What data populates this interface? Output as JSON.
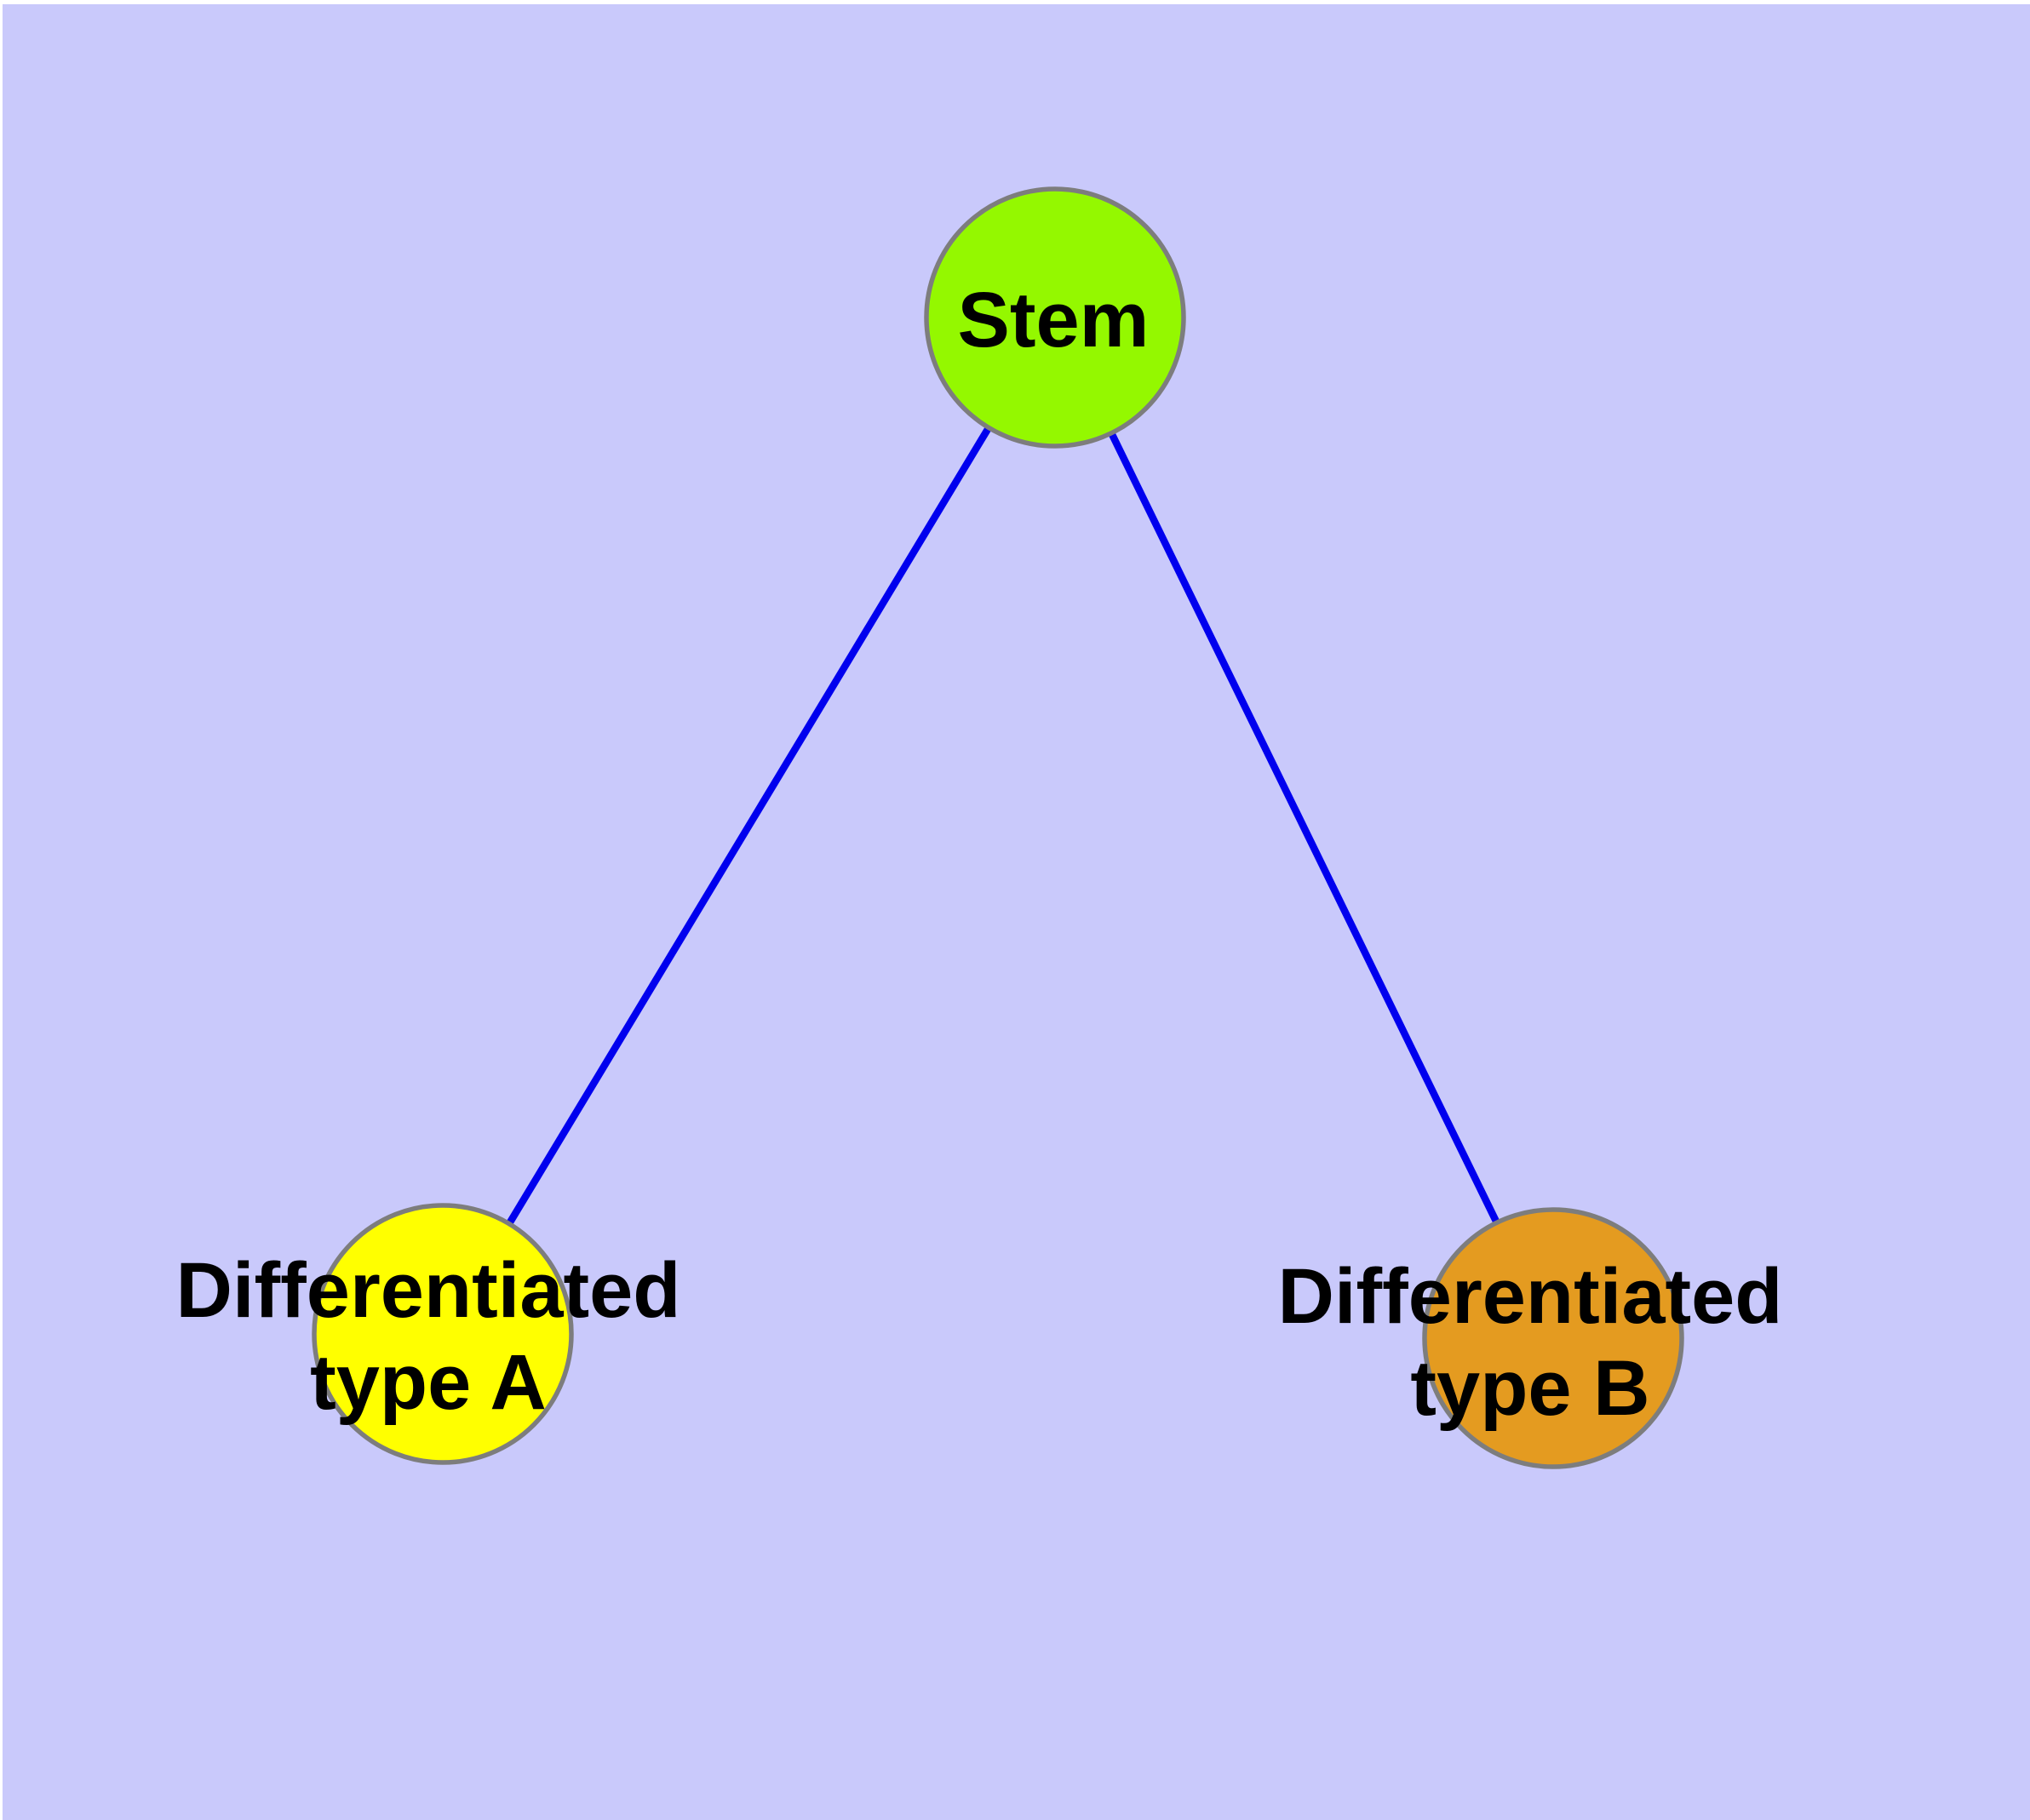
{
  "canvas": {
    "plot_background": "#C9C9FB",
    "page_background": "#FFFFFF"
  },
  "diagram": {
    "type": "graph",
    "nodes": [
      {
        "id": "stem",
        "label": "Stem",
        "fill": "#94F800",
        "border": "#7D7D7D",
        "text_color": "#000000"
      },
      {
        "id": "differentiated-type-a",
        "label": "Differentiated type A",
        "lines": [
          "Differentiated",
          "type A"
        ],
        "fill": "#FFFF00",
        "border": "#7D7D7D",
        "text_color": "#000000"
      },
      {
        "id": "differentiated-type-b",
        "label": "Differentiated type B",
        "lines": [
          "Differentiated",
          "type B"
        ],
        "fill": "#E49B20",
        "border": "#7D7D7D",
        "text_color": "#000000"
      }
    ],
    "edges": [
      {
        "from": "Stem",
        "to": "Differentiated type A",
        "color": "#0000EE"
      },
      {
        "from": "Stem",
        "to": "Differentiated type B",
        "color": "#0000EE"
      }
    ]
  }
}
